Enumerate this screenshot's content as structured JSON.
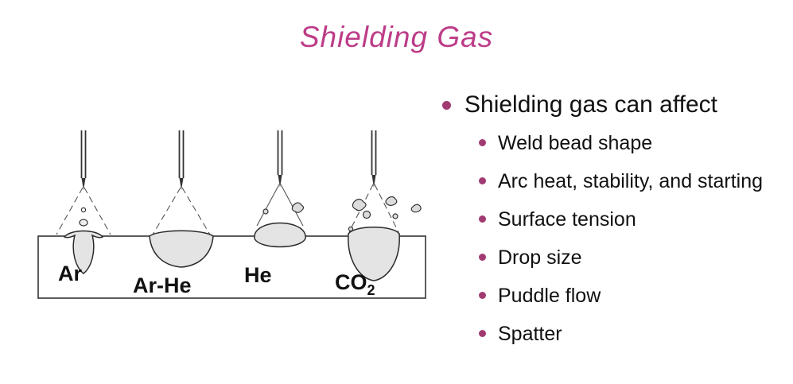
{
  "title": "Shielding Gas",
  "colors": {
    "title_accent": "#bd3c88",
    "bullet_accent": "#a23a72",
    "bead_fill": "#e4e4e4"
  },
  "diagram": {
    "labels": {
      "ar": "Ar",
      "ar_he": "Ar-He",
      "he": "He"
    },
    "co2": {
      "base": "CO",
      "sub": "2"
    }
  },
  "bullets": {
    "main": "Shielding gas can affect",
    "items": [
      "Weld bead shape",
      "Arc heat, stability, and starting",
      "Surface tension",
      "Drop size",
      "Puddle flow",
      "Spatter"
    ]
  }
}
